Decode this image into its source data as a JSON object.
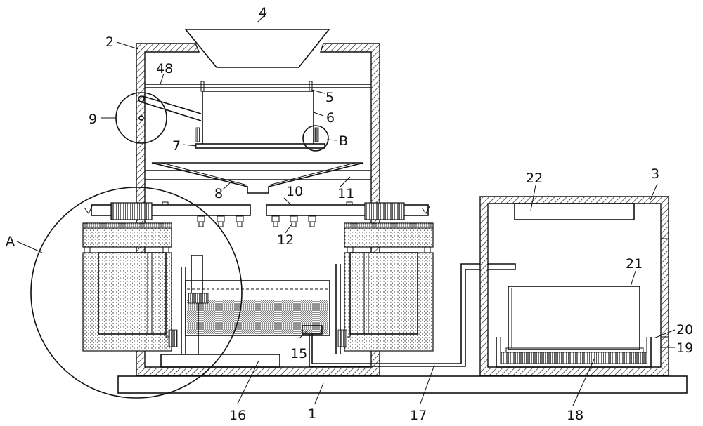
{
  "labels": {
    "l1": "1",
    "l2": "2",
    "l3": "3",
    "l4": "4",
    "l5": "5",
    "l6": "6",
    "l7": "7",
    "l8": "8",
    "l9": "9",
    "l10": "10",
    "l11": "11",
    "l12": "12",
    "l15": "15",
    "l16": "16",
    "l17": "17",
    "l18": "18",
    "l19": "19",
    "l20": "20",
    "l21": "21",
    "l22": "22",
    "l48": "48",
    "lA": "A",
    "lB": "B"
  }
}
